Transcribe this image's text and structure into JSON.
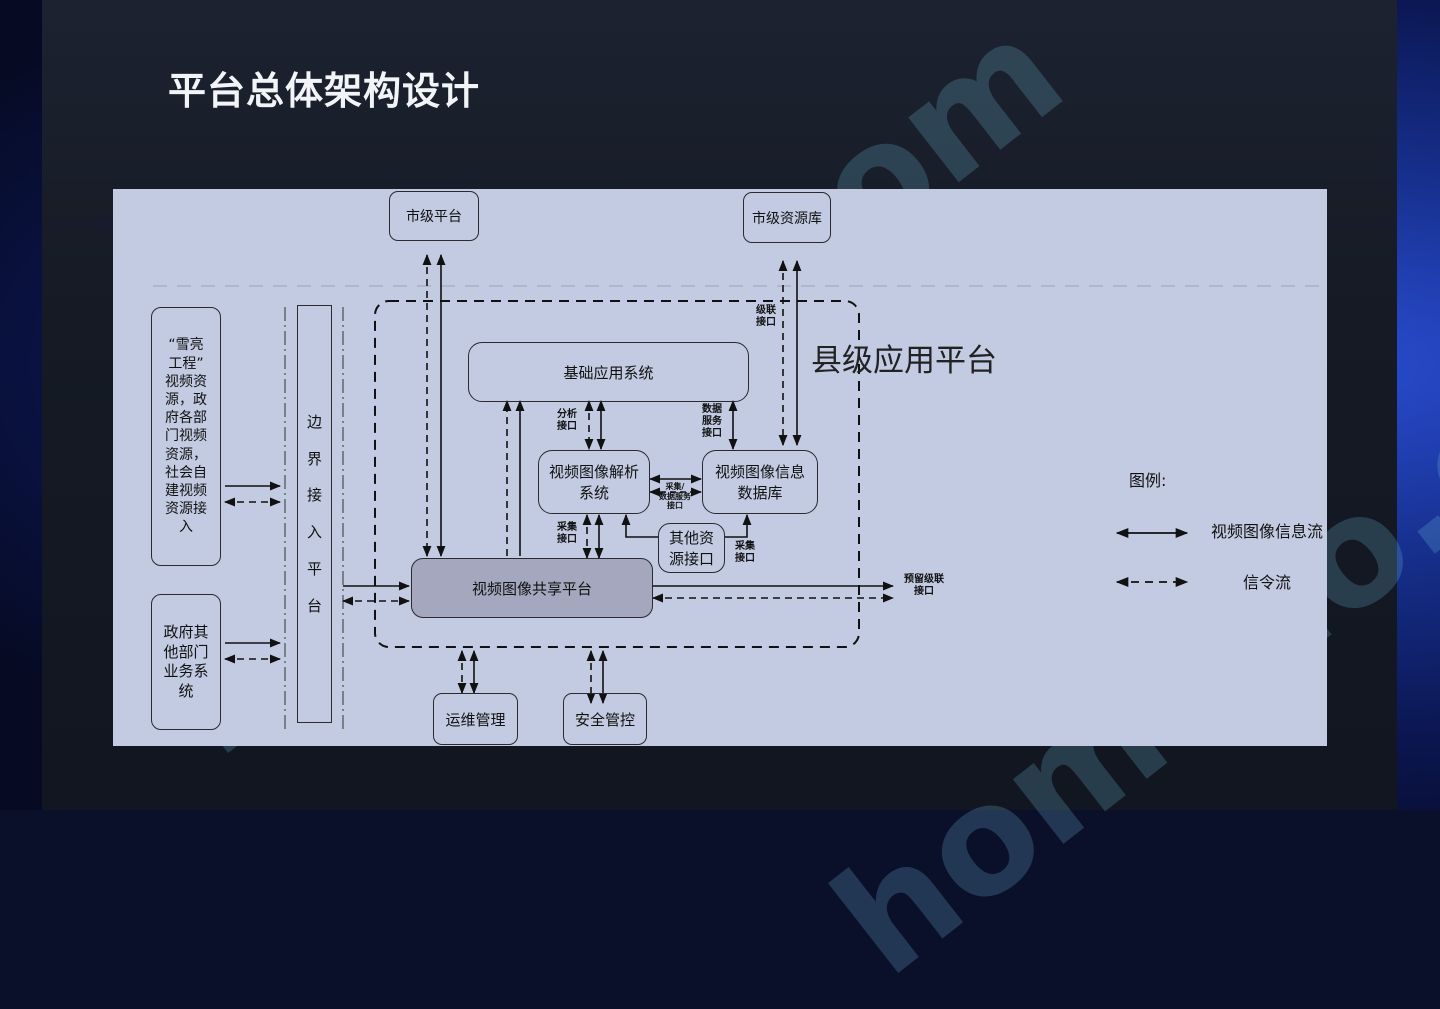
{
  "slide": {
    "title": "平台总体架构设计"
  },
  "diagram": {
    "city_platform": "市级平台",
    "city_resource": "市级资源库",
    "county_platform": "县级应用平台",
    "basic_app": "基础应用系统",
    "analysis_system": "视频图像解析\n系统",
    "info_db": "视频图像信息\n数据库",
    "other_resource": "其他资\n源接口",
    "sharing_platform": "视频图像共享平台",
    "border_platform": "边\n界\n接\n入\n平\n台",
    "source_left": "“雪亮\n工程”\n视频资\n源，政\n府各部\n门视频\n资源，\n社会自\n建视频\n资源接\n入",
    "gov_other": "政府其\n他部门\n业务系\n统",
    "ops": "运维管理",
    "security": "安全管控",
    "lbl_cascade": "级联\n接口",
    "lbl_analysis": "分析\n接口",
    "lbl_data_service": "数据\n服务\n接口",
    "lbl_collect_service": "采集/\n数据服务\n接口",
    "lbl_collect_left": "采集\n接口",
    "lbl_collect_right": "采集\n接口",
    "lbl_reserved": "预留级联\n接口",
    "legend_title": "图例:",
    "legend_video": "视频图像信息流",
    "legend_signal": "信令流"
  },
  "watermark": {
    "text": "homedo.com"
  }
}
